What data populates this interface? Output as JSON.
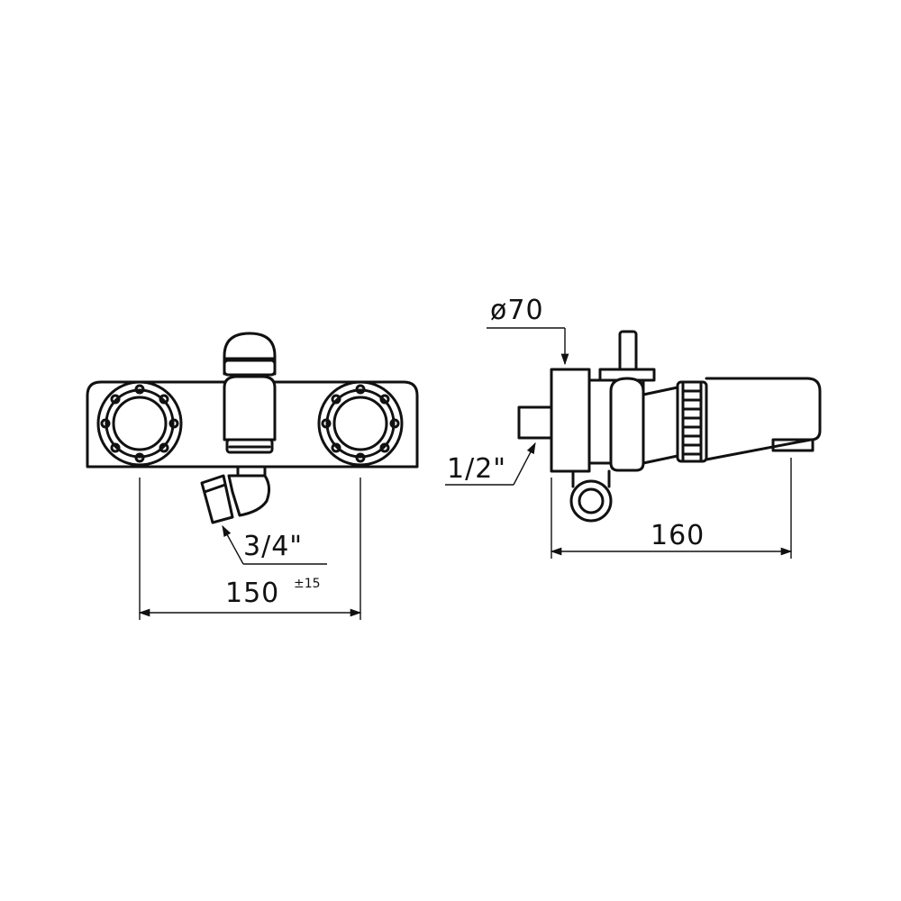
{
  "dimensions": {
    "width_front": "150",
    "width_tolerance": "±15",
    "depth_side": "160",
    "inlet_thread": "3/4\"",
    "outlet_thread": "1/2\"",
    "diameter": "ø70"
  },
  "colors": {
    "line": "#111111",
    "background": "#ffffff"
  }
}
